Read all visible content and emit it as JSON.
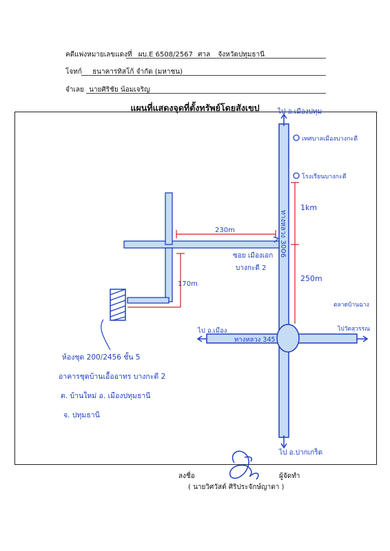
{
  "header": {
    "case_label": "คดีแพ่งหมายเลขแดงที่",
    "case_no": "ผบ.E 6508/2567",
    "court_label": "ศาล",
    "court": "จังหวัดปทุมธานี",
    "plaintiff_label": "โจทก์",
    "plaintiff": "ธนาคารทิสโก้ จำกัด (มหาชน)",
    "defendant_label": "จำเลย",
    "defendant": "นายศิริชัย น้อมเจริญ"
  },
  "map": {
    "title": "แผนที่แสดงจุดที่ตั้งทรัพย์โดยสังเขป",
    "to_north": "ไป อ.เมืองปทุม",
    "landmark_1": "เทศบาลเมืองบางกะดี",
    "landmark_2": "โรงเรียนบางกะดี",
    "distance_1": "1km",
    "distance_2": "250m",
    "road_name_vertical": "ทางหลวง 3006",
    "junction_label": "ตลาดบ้านฉาง",
    "to_east": "ไปวัดสุวรรณ",
    "road_345": "ทางหลวง 345",
    "to_west": "ไป อ.เมือง",
    "to_south": "ไป อ.ปากเกร็ด",
    "soi_distance": "230m",
    "soi_label_1": "ซอย เมืองเอก",
    "soi_label_2": "บางกะดี 2",
    "branch_distance": "170m",
    "property_line_1": "ห้องชุด 200/2456 ชั้น 5",
    "property_line_2": "อาคารชุดบ้านเอื้ออาทร บางกะดี 2",
    "property_line_3": "ต. บ้านใหม่ อ. เมืองปทุมธานี",
    "property_line_4": "จ. ปทุมธานี"
  },
  "signature": {
    "sign_label": "ลงชื่อ",
    "role": "ผู้จัดทำ",
    "name": "( นายวิศวัสต์ ศิริประจักษ์ญาดา )"
  },
  "colors": {
    "ink_blue": "#1f3fbf",
    "ink_red": "#d02020",
    "road_fill": "#c6dcf4"
  }
}
